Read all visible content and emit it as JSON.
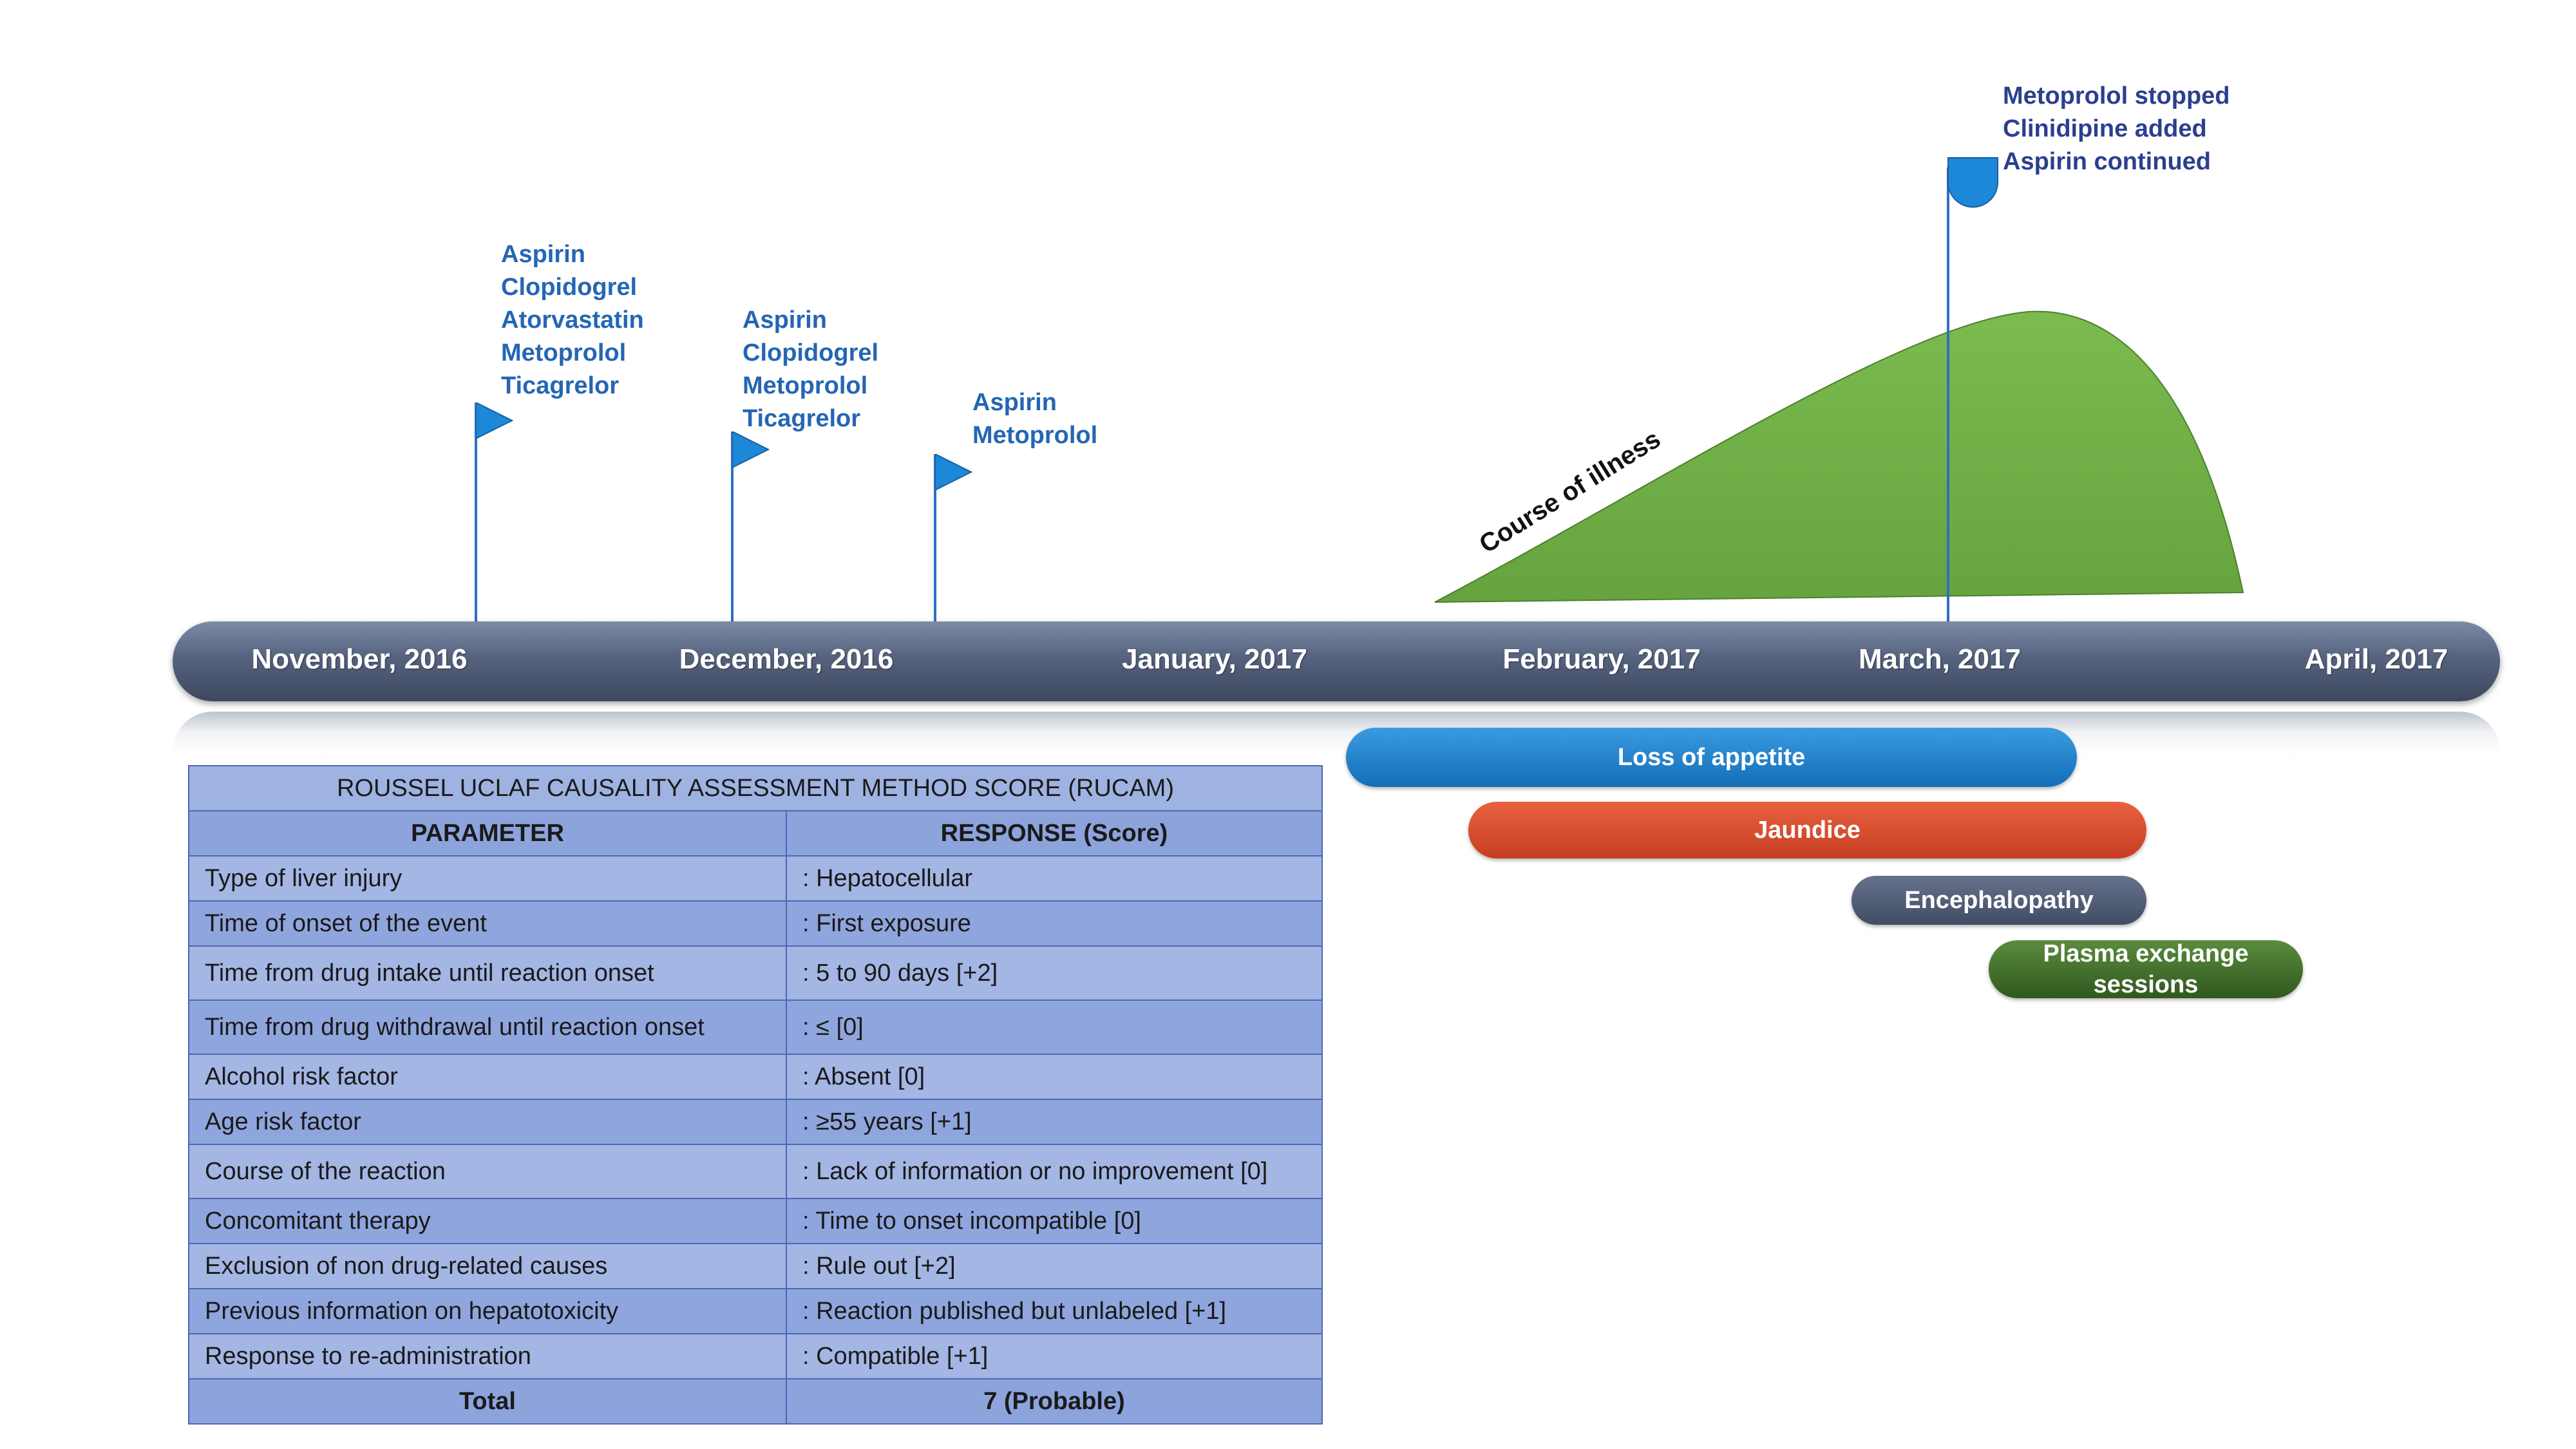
{
  "flags": [
    {
      "drugs": [
        "Aspirin",
        "Clopidogrel",
        "Atorvastatin",
        "Metoprolol",
        "Ticagrelor"
      ]
    },
    {
      "drugs": [
        "Aspirin",
        "Clopidogrel",
        "Metoprolol",
        "Ticagrelor"
      ]
    },
    {
      "drugs": [
        "Aspirin",
        "Metoprolol"
      ]
    }
  ],
  "march_note": [
    "Metoprolol stopped",
    "Clinidipine added",
    "Aspirin continued"
  ],
  "course_label": "Course of illness",
  "months": [
    "November, 2016",
    "December, 2016",
    "January, 2017",
    "February, 2017",
    "March, 2017",
    "April, 2017"
  ],
  "symptoms": [
    {
      "label": "Loss of appetite",
      "color": "#1677c4"
    },
    {
      "label": "Jaundice",
      "color": "#d2462a"
    },
    {
      "label": "Encephalopathy",
      "color": "#4a5670"
    },
    {
      "label": "Plasma exchange sessions",
      "color": "#3d6a2a"
    }
  ],
  "colors": {
    "illness_curve": "#70ad47",
    "timeline": "#4f5b75",
    "flag": "#1e88d8",
    "table_header": "#8ca3dc"
  },
  "table": {
    "title": "ROUSSEL UCLAF CAUSALITY ASSESSMENT METHOD SCORE (RUCAM)",
    "headers": [
      "PARAMETER",
      "RESPONSE (Score)"
    ],
    "rows": [
      [
        "Type of liver injury",
        ": Hepatocellular"
      ],
      [
        "Time of onset of the event",
        ": First exposure"
      ],
      [
        "Time from drug intake until reaction onset",
        ": 5 to 90 days [+2]"
      ],
      [
        "Time from drug withdrawal until reaction onset",
        ": ≤ [0]"
      ],
      [
        "Alcohol risk factor",
        ": Absent [0]"
      ],
      [
        "Age risk factor",
        ": ≥55 years [+1]"
      ],
      [
        "Course of the reaction",
        ": Lack of information or no improvement [0]"
      ],
      [
        "Concomitant therapy",
        ": Time to onset incompatible [0]"
      ],
      [
        "Exclusion of non drug-related causes",
        ": Rule out [+2]"
      ],
      [
        "Previous information on hepatotoxicity",
        ": Reaction published but unlabeled [+1]"
      ],
      [
        "Response to re-administration",
        ": Compatible [+1]"
      ]
    ],
    "total": [
      "Total",
      "7 (Probable)"
    ]
  }
}
